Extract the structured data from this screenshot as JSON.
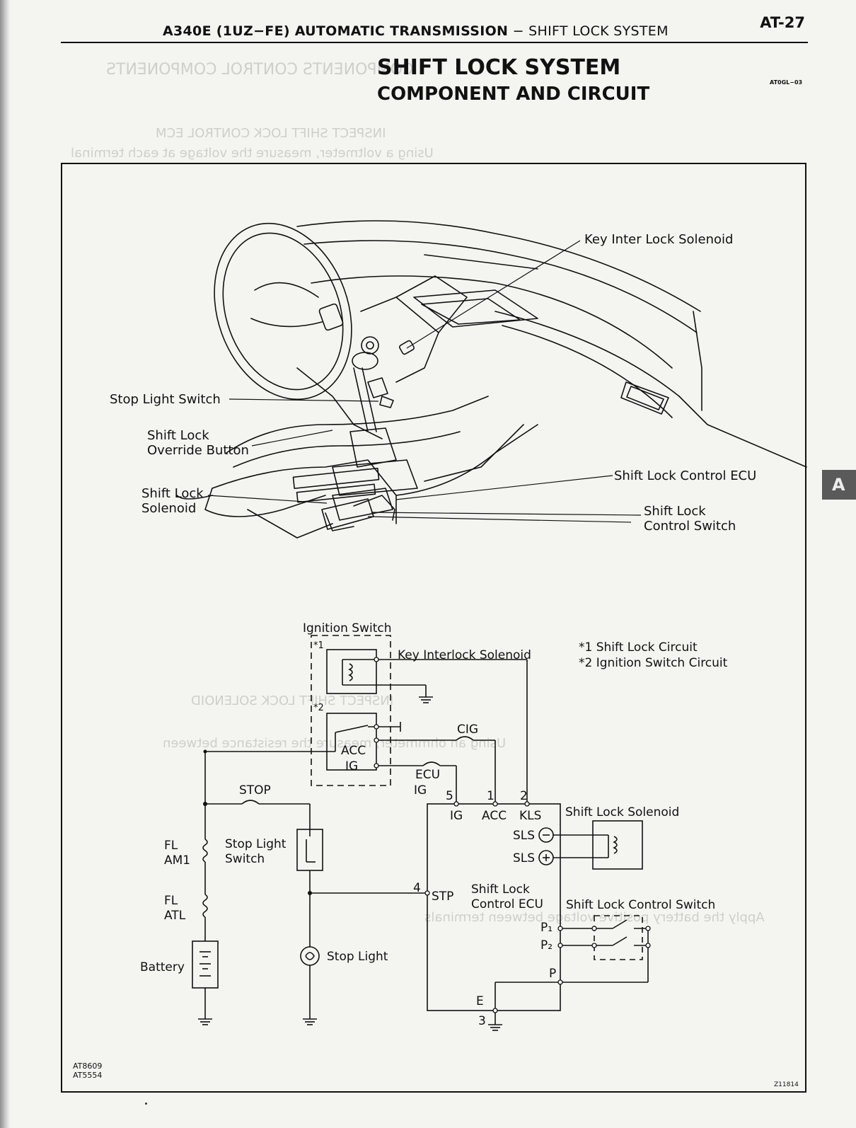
{
  "header": {
    "title_bold": "A340E (1UZ−FE) AUTOMATIC TRANSMISSION",
    "title_rest": " − SHIFT LOCK SYSTEM",
    "page_number": "AT-27"
  },
  "heading": {
    "line1": "SHIFT LOCK SYSTEM",
    "line2": "COMPONENT AND CIRCUIT",
    "figure_code": "AT0GL−03"
  },
  "side_tab": "A",
  "component_callouts": {
    "key_inter_lock_solenoid": "Key Inter Lock Solenoid",
    "stop_light_switch": "Stop Light Switch",
    "shift_lock_override_button_l1": "Shift Lock",
    "shift_lock_override_button_l2": "Override Button",
    "shift_lock_solenoid_l1": "Shift Lock",
    "shift_lock_solenoid_l2": "Solenoid",
    "shift_lock_control_ecu": "Shift Lock Control ECU",
    "shift_lock_control_switch_l1": "Shift Lock",
    "shift_lock_control_switch_l2": "Control Switch"
  },
  "circuit": {
    "ignition_switch": "Ignition Switch",
    "star1": "*1",
    "star2": "*2",
    "key_interlock_solenoid": "Key Interlock Solenoid",
    "note1": "*1 Shift Lock Circuit",
    "note2": "*2 Ignition Switch Circuit",
    "acc": "ACC",
    "ig": "IG",
    "cig": "CIG",
    "ecu_ig_l1": "ECU",
    "ecu_ig_l2": "IG",
    "stop_fuse": "STOP",
    "fl_am1_l1": "FL",
    "fl_am1_l2": "AM1",
    "fl_atl_l1": "FL",
    "fl_atl_l2": "ATL",
    "battery": "Battery",
    "stop_light_switch_l1": "Stop Light",
    "stop_light_switch_l2": "Switch",
    "stop_light": "Stop Light",
    "pin5": "5",
    "pin1": "1",
    "pin2": "2",
    "pin4": "4",
    "pin3": "3",
    "term_ig": "IG",
    "term_acc": "ACC",
    "term_kls": "KLS",
    "term_sls_neg": "SLS",
    "term_sls_pos": "SLS",
    "term_stp": "STP",
    "term_p1": "P₁",
    "term_p2": "P₂",
    "term_p": "P",
    "term_e": "E",
    "ecu_label_l1": "Shift Lock",
    "ecu_label_l2": "Control ECU",
    "shift_lock_solenoid": "Shift Lock Solenoid",
    "shift_lock_control_switch": "Shift Lock Control Switch"
  },
  "footer": {
    "code1": "AT8609",
    "code2": "AT5554",
    "code_right": "Z11814"
  }
}
